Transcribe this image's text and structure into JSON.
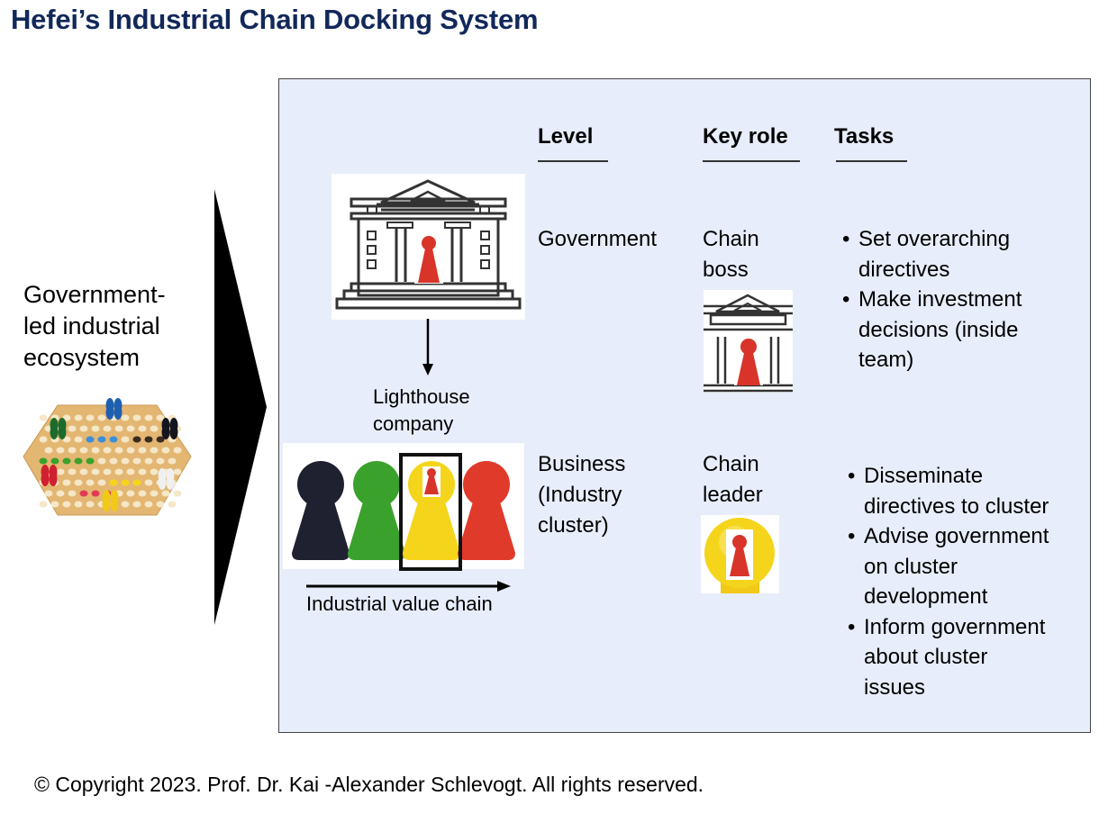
{
  "title": "Hefei’s Industrial Chain Docking System",
  "left": {
    "label_lines": [
      "Government-",
      "led industrial",
      "ecosystem"
    ],
    "image": "chinese-checkers-board-icon"
  },
  "columns": {
    "level": "Level",
    "key_role": "Key role",
    "tasks": "Tasks"
  },
  "rows": [
    {
      "level_lines": [
        "Government"
      ],
      "role_lines": [
        "Chain",
        "boss"
      ],
      "role_icon": "government-building-with-red-pawn-icon",
      "tasks": [
        {
          "lines": [
            "Set overarching",
            "directives"
          ]
        },
        {
          "lines": [
            "Make investment",
            "decisions (inside",
            "team)"
          ]
        }
      ]
    },
    {
      "level_lines": [
        "Business",
        "(Industry",
        "cluster)"
      ],
      "role_lines": [
        "Chain",
        "leader"
      ],
      "role_icon": "yellow-pawn-with-red-pawn-icon",
      "tasks": [
        {
          "lines": [
            "Disseminate",
            "directives to cluster"
          ]
        },
        {
          "lines": [
            "Advise government",
            "on cluster",
            "development"
          ]
        },
        {
          "lines": [
            "Inform government",
            "about cluster",
            "issues"
          ]
        }
      ]
    }
  ],
  "diagram": {
    "lighthouse_lines": [
      "Lighthouse",
      "company"
    ],
    "value_chain_label": "Industrial value chain",
    "pawn_colors": [
      "#1f2130",
      "#3aa22c",
      "#f5d51c",
      "#e03a2a"
    ],
    "highlighted_pawn": 2,
    "bullet": "•"
  },
  "colors": {
    "title": "#12285a",
    "panel_bg": "#e8edfb",
    "pawn_red": "#d8342a"
  },
  "footer": "© Copyright 2023. Prof. Dr. Kai -Alexander Schlevogt. All rights reserved."
}
